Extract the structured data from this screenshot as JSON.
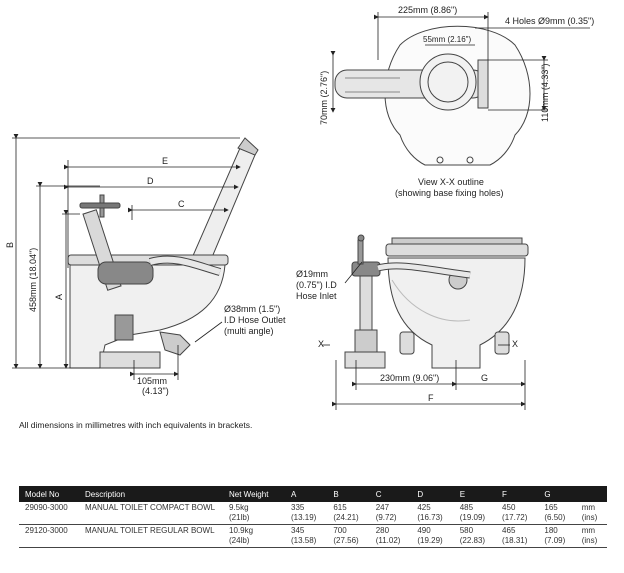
{
  "dimensions": {
    "top_width": "225mm (8.86\")",
    "holes": "4 Holes Ø9mm (0.35\")",
    "inner_width": "55mm (2.16\")",
    "left_height": "70mm (2.76\")",
    "right_height": "110mm (4.33\")",
    "view_title": "View X-X outline",
    "view_sub": "(showing base fixing holes)",
    "E": "E",
    "D": "D",
    "C": "C",
    "B": "B",
    "A": "A",
    "F": "F",
    "G": "G",
    "height_458": "458mm (18.04\")",
    "outlet_line1": "Ø38mm (1.5\")",
    "outlet_line2": "I.D Hose Outlet",
    "outlet_line3": "(multi angle)",
    "inlet_line1": "Ø19mm",
    "inlet_line2": "(0.75\") I.D",
    "inlet_line3": "Hose Inlet",
    "base_mm": "105mm",
    "base_in": "(4.13\")",
    "width_230": "230mm (9.06\")",
    "x_left": "X",
    "x_right": "X"
  },
  "note": "All dimensions in millimetres with inch equivalents in brackets.",
  "table": {
    "headers": [
      "Model No",
      "Description",
      "Net Weight",
      "A",
      "B",
      "C",
      "D",
      "E",
      "F",
      "G",
      ""
    ],
    "rows": [
      {
        "model": "29090-3000",
        "desc": "MANUAL TOILET COMPACT BOWL",
        "weight": "9.5kg",
        "weight2": "(21lb)",
        "A": "335",
        "A2": "(13.19)",
        "B": "615",
        "B2": "(24.21)",
        "C": "247",
        "C2": "(9.72)",
        "D": "425",
        "D2": "(16.73)",
        "E": "485",
        "E2": "(19.09)",
        "F": "450",
        "F2": "(17.72)",
        "G": "165",
        "G2": "(6.50)",
        "unit": "mm",
        "unit2": "(ins)"
      },
      {
        "model": "29120-3000",
        "desc": "MANUAL TOILET REGULAR BOWL",
        "weight": "10.9kg",
        "weight2": "(24lb)",
        "A": "345",
        "A2": "(13.58)",
        "B": "700",
        "B2": "(27.56)",
        "C": "280",
        "C2": "(11.02)",
        "D": "490",
        "D2": "(19.29)",
        "E": "580",
        "E2": "(22.83)",
        "F": "465",
        "F2": "(18.31)",
        "G": "180",
        "G2": "(7.09)",
        "unit": "mm",
        "unit2": "(ins)"
      }
    ]
  }
}
